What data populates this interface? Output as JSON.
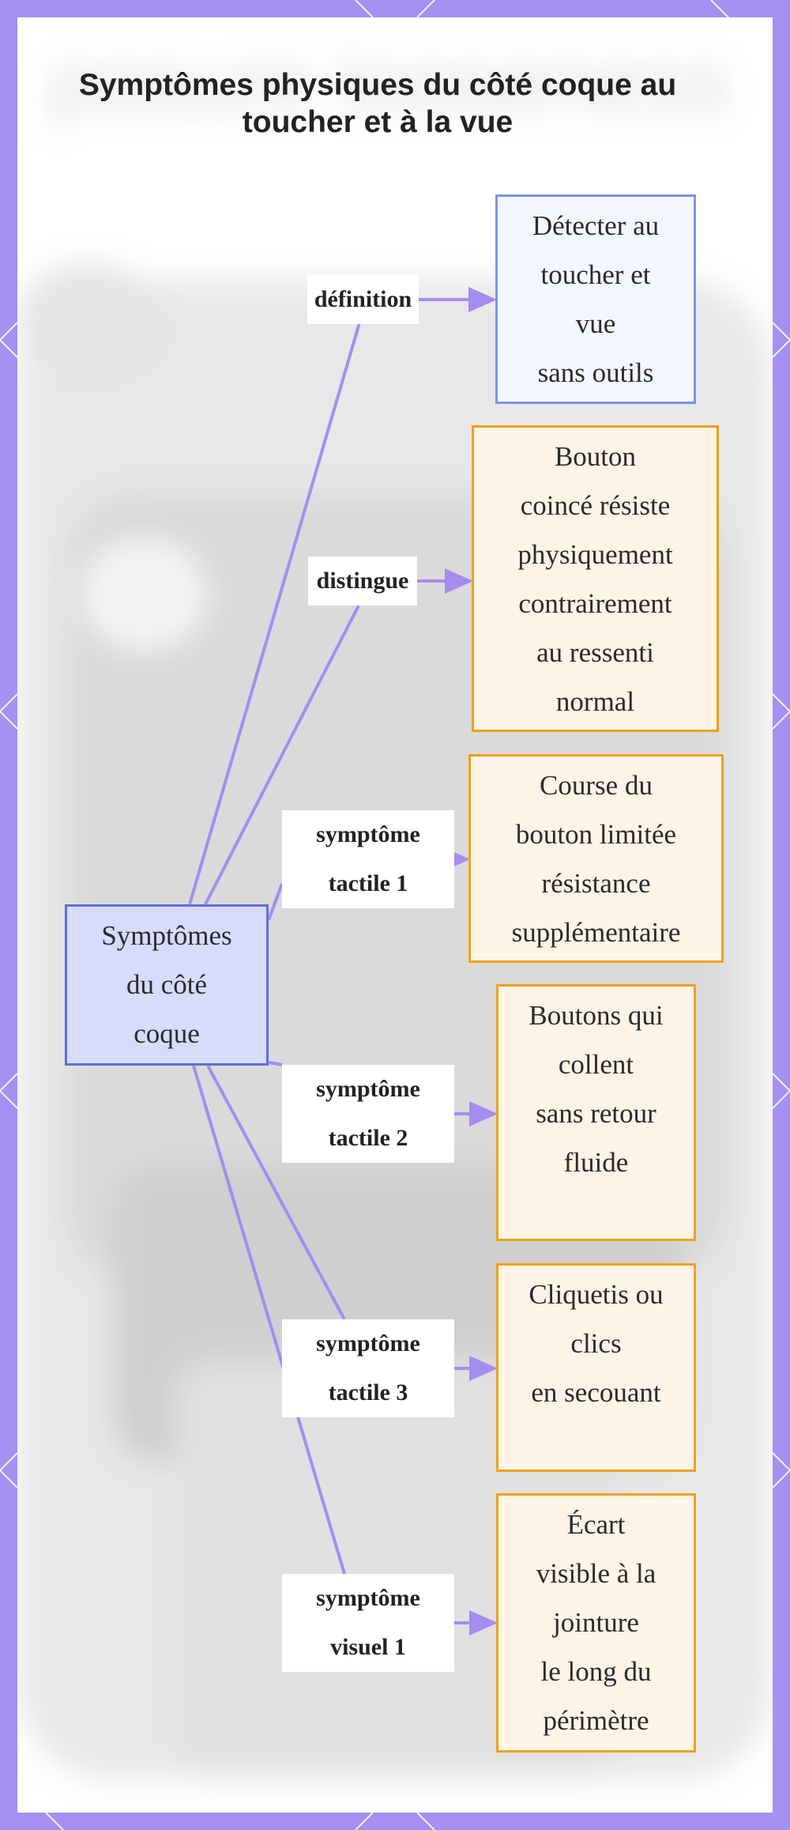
{
  "title": "Symptômes physiques du côté coque au toucher et à la vue",
  "center": {
    "text": "Symptômes\ndu côté\ncoque"
  },
  "branches": [
    {
      "label": "définition",
      "text": "Détecter au\ntoucher et\nvue\nsans outils",
      "style": "blue"
    },
    {
      "label": "distingue",
      "text": "Bouton\ncoincé résiste\nphysiquement\ncontrairement\nau ressenti\nnormal",
      "style": "orange"
    },
    {
      "label": "symptôme\ntactile 1",
      "text": "Course du\nbouton limitée\nrésistance\nsupplémentaire",
      "style": "orange"
    },
    {
      "label": "symptôme\ntactile 2",
      "text": "Boutons qui\ncollent\nsans retour\nfluide",
      "style": "orange"
    },
    {
      "label": "symptôme\ntactile 3",
      "text": "Cliquetis ou\nclics\nen secouant",
      "style": "orange"
    },
    {
      "label": "symptôme\nvisuel 1",
      "text": "Écart\nvisible à la\njointure\nle long du\npérimètre",
      "style": "orange"
    }
  ],
  "colors": {
    "frame": "#a490f0",
    "connector": "#a58cf0",
    "center_fill": "#d7dcfb",
    "center_border": "#5d6fd9",
    "blue_border": "#7b93e6",
    "orange_border": "#eea21a",
    "orange_fill": "#fdf3e6"
  }
}
